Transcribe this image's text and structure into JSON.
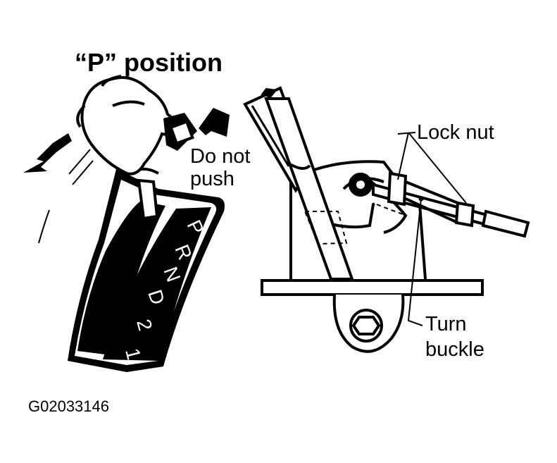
{
  "title": "“P” position",
  "labels": {
    "do_not_push_line1": "Do not",
    "do_not_push_line2": "push",
    "lock_nut": "Lock nut",
    "turn_buckle_line1": "Turn",
    "turn_buckle_line2": "buckle"
  },
  "gate_positions": [
    "P",
    "R",
    "N",
    "D",
    "2",
    "1"
  ],
  "figure_code": "G02033146"
}
